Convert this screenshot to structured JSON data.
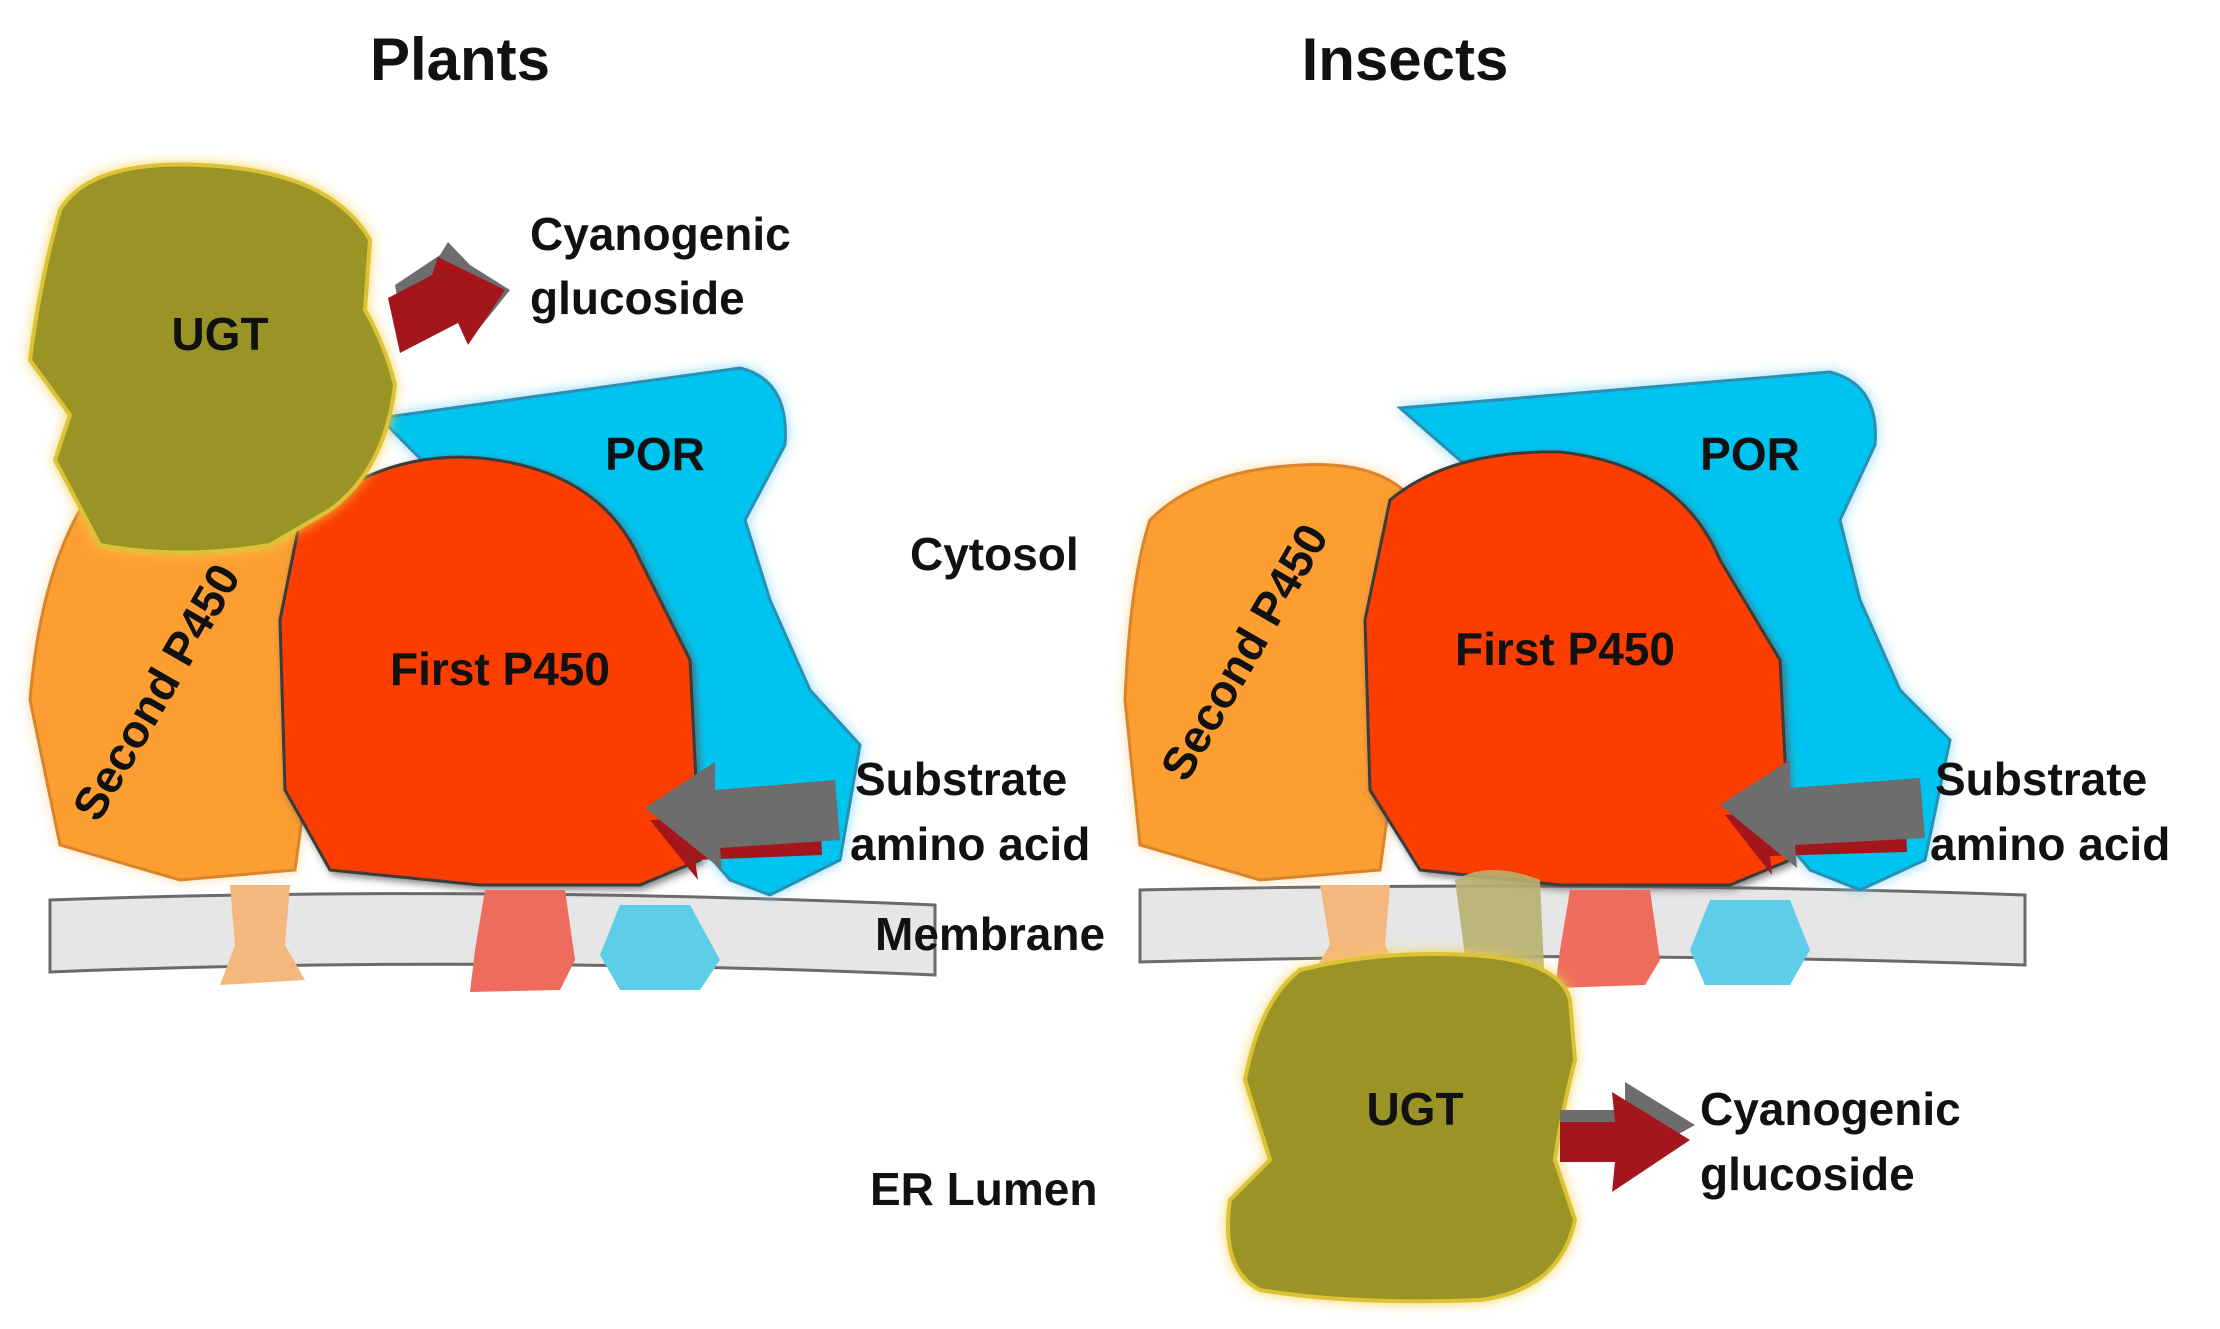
{
  "panels": {
    "plants": {
      "title": "Plants",
      "ugt": "UGT",
      "por": "POR",
      "first_p450": "First P450",
      "second_p450": "Second P450",
      "product": [
        "Cyanogenic",
        "glucoside"
      ],
      "substrate": [
        "Substrate",
        "amino acid"
      ]
    },
    "insects": {
      "title": "Insects",
      "ugt": "UGT",
      "por": "POR",
      "first_p450": "First P450",
      "second_p450": "Second P450",
      "product": [
        "Cyanogenic",
        "glucoside"
      ],
      "substrate": [
        "Substrate",
        "amino acid"
      ]
    }
  },
  "compartments": {
    "cytosol": "Cytosol",
    "membrane": "Membrane",
    "er_lumen": "ER Lumen"
  },
  "colors": {
    "ugt": "#9a9428",
    "por": "#06c4f0",
    "first_p450": "#fb3e00",
    "second_p450": "#fd9e32",
    "membrane": "#e6e6e6",
    "product_arrow": "#a3171c",
    "substrate_arrow": "#6d6d6d"
  }
}
